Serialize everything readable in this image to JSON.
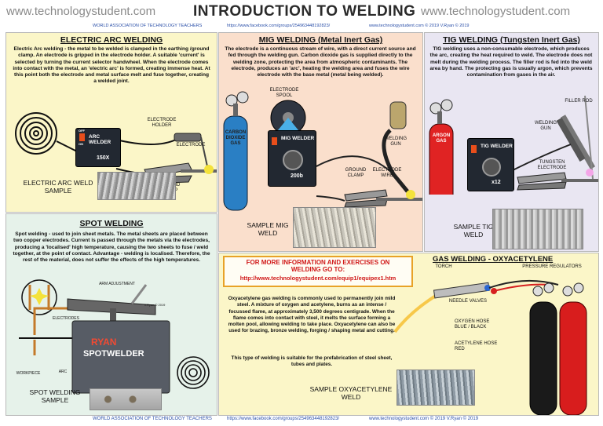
{
  "header": {
    "site_left": "www.technologystudent.com",
    "title": "INTRODUCTION TO WELDING",
    "site_right": "www.technologystudent.com",
    "sub_association": "WORLD ASSOCIATION OF TECHNOLOGY TEACHERS",
    "sub_facebook": "https://www.facebook.com/groups/254963448192823/",
    "sub_copyright": "www.technologystudent.com © 2019   V.Ryan © 2019"
  },
  "arc": {
    "title": "ELECTRIC ARC WELDING",
    "text": "Electric Arc welding - the metal to be welded is clamped in the earthing /ground clamp. An electrode is gripped in the electrode holder. A suitable 'current' is selected by turning the current selector handwheel. When the electrode comes into contact with the metal, an 'electric arc' is formed, creating immense heat.  At this point both the electrode and metal surface melt and fuse together, creating a welded joint.",
    "label_holder": "ELECTRODE HOLDER",
    "label_electrode": "ELECTRODE",
    "label_clamp": "GROUND CLAMP",
    "machine_brand": "ARC WELDER",
    "machine_model": "150X",
    "machine_off": "OFF",
    "machine_on": "ON",
    "sample": "ELECTRIC ARC WELD SAMPLE"
  },
  "mig": {
    "title": "MIG WELDING (Metal Inert Gas)",
    "text": "The electrode is a continuous stream of wire, with a direct current source and fed  through the welding gun. Carbon dioxide gas is supplied directly to the welding zone, protecting the area from atmospheric contaminants. The electrode, produces an 'arc', heating the welding area and fuses the wire electrode with the base metal (metal being welded).",
    "label_spool": "ELECTRODE SPOOL",
    "label_gas": "CARBON DIOXIDE GAS",
    "label_gun": "WELDING GUN",
    "label_clamp": "GROUND CLAMP",
    "label_wire": "ELECTRODE WIRE",
    "machine_brand": "MIG WELDER",
    "machine_model": "200b",
    "sample": "SAMPLE MIG WELD"
  },
  "tig": {
    "title": "TIG WELDING (Tungsten Inert Gas)",
    "text": "TIG welding uses a non-consumable electrode, which produces the arc, creating the heat required to weld. The electrode does not melt during the welding process. The filler rod is fed into the weld area by hand. The protecting gas is usually argon, which prevents contamination from gases in the air.",
    "label_filler": "FILLER ROD",
    "label_gun": "WELDING GUN",
    "label_argon": "ARGON GAS",
    "label_tungsten": "TUNGSTEN ELECTRODE",
    "machine_brand": "TIG WELDER",
    "machine_model": "x12",
    "sample": "SAMPLE TIG WELD"
  },
  "spot": {
    "title": "SPOT WELDING",
    "text": "Spot welding - used to join sheet metals. The metal sheets are placed between two copper electrodes. Current is passed through the metals via the electrodes, producing a 'localised' high temperature, causing the two sheets to fuse / weld together, at the point of contact. Advantage - welding is localised. Therefore, the rest of the material, does not suffer the effects of the high temperatures.",
    "label_arm": "ARM ADJUSTMENT",
    "label_electrodes": "ELECTRODES",
    "label_workpiece": "WORKPIECE",
    "label_arc": "ARC",
    "brand_1": "RYAN",
    "brand_2": "SPOTWELDER",
    "credit": "V.Ryan © 2019",
    "sample": "SPOT WELDING SAMPLE"
  },
  "info": {
    "line_1": "FOR MORE INFORMATION AND EXERCISES ON",
    "line_2": "WELDING  GO TO:",
    "link": "http://www.technologystudent.com/equip1/equipex1.htm"
  },
  "gas": {
    "title": "GAS WELDING - OXYACETYLENE",
    "text_1": "Oxyacetylene gas welding is commonly used to permanently join mild steel. A mixture of oxygen and acetylene, burns as an intense / focussed flame, at approximately 3,500 degrees centigrade. When the flame comes into contact with steel, it melts the surface forming a molten pool, allowing welding to take place. Oxyacetylene can also be used for brazing, bronze welding, forging / shaping metal and cutting.",
    "text_2": "This type of welding is suitable for the prefabrication of steel sheet, tubes and plates.",
    "label_torch": "TORCH",
    "label_regulators": "PRESSURE REGULATORS",
    "label_needle": "NEEDLE VALVES",
    "label_oxygen": "OXYGEN HOSE BLUE / BLACK",
    "label_acetylene": "ACETYLENE HOSE RED",
    "sample": "SAMPLE OXYACETYLENE WELD"
  },
  "footer": {
    "association": "WORLD ASSOCIATION OF TECHNOLOGY TEACHERS",
    "facebook": "https://www.facebook.com/groups/254963448192823/",
    "copyright": "www.technologystudent.com © 2019   V.Ryan © 2019"
  },
  "colors": {
    "title_text": "#2a2a2a",
    "link_blue": "#2a4fa8",
    "info_red": "#d01818",
    "arc_bg": "#fbf6c8",
    "mig_bg": "#fadfcc",
    "tig_bg": "#e9e6f2",
    "spot_bg": "#e6f2ea"
  }
}
